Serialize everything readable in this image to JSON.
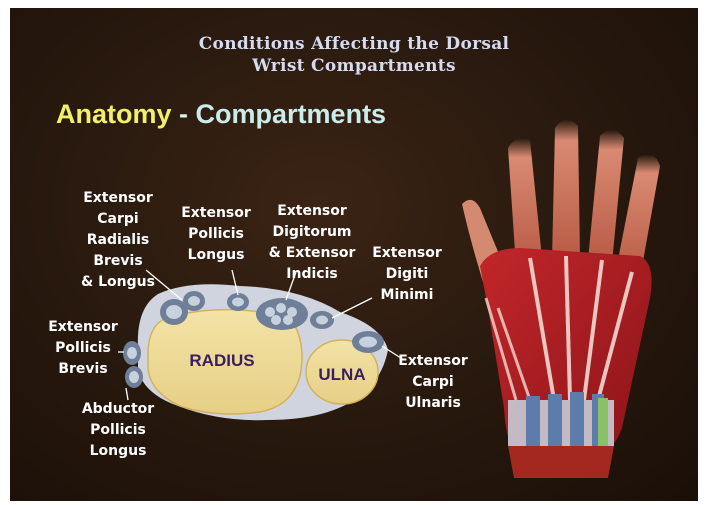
{
  "title": {
    "line1": "Conditions Affecting the Dorsal",
    "line2": "Wrist Compartments"
  },
  "heading": {
    "part1": "Anatomy",
    "separator": "-",
    "part2": "Compartments"
  },
  "bones": {
    "radius": "RADIUS",
    "ulna": "ULNA"
  },
  "labels": {
    "ecrb_ecrl": [
      "Extensor",
      "Carpi",
      "Radialis",
      "Brevis",
      "& Longus"
    ],
    "epl": [
      "Extensor",
      "Pollicis",
      "Longus"
    ],
    "edc_ei": [
      "Extensor",
      "Digitorum",
      "& Extensor",
      "Indicis"
    ],
    "edm": [
      "Extensor",
      "Digiti",
      "Minimi"
    ],
    "epb": [
      "Extensor",
      "Pollicis",
      "Brevis"
    ],
    "apl": [
      "Abductor",
      "Pollicis",
      "Longus"
    ],
    "ecu": [
      "Extensor",
      "Carpi",
      "Ulnaris"
    ]
  },
  "colors": {
    "background": "#2a1a0f",
    "title": "#d6dcef",
    "heading_yellow": "#f2f06a",
    "heading_cyan": "#c9ecec",
    "bone": "#efdc9a",
    "compartment": "#7e8fa6"
  }
}
